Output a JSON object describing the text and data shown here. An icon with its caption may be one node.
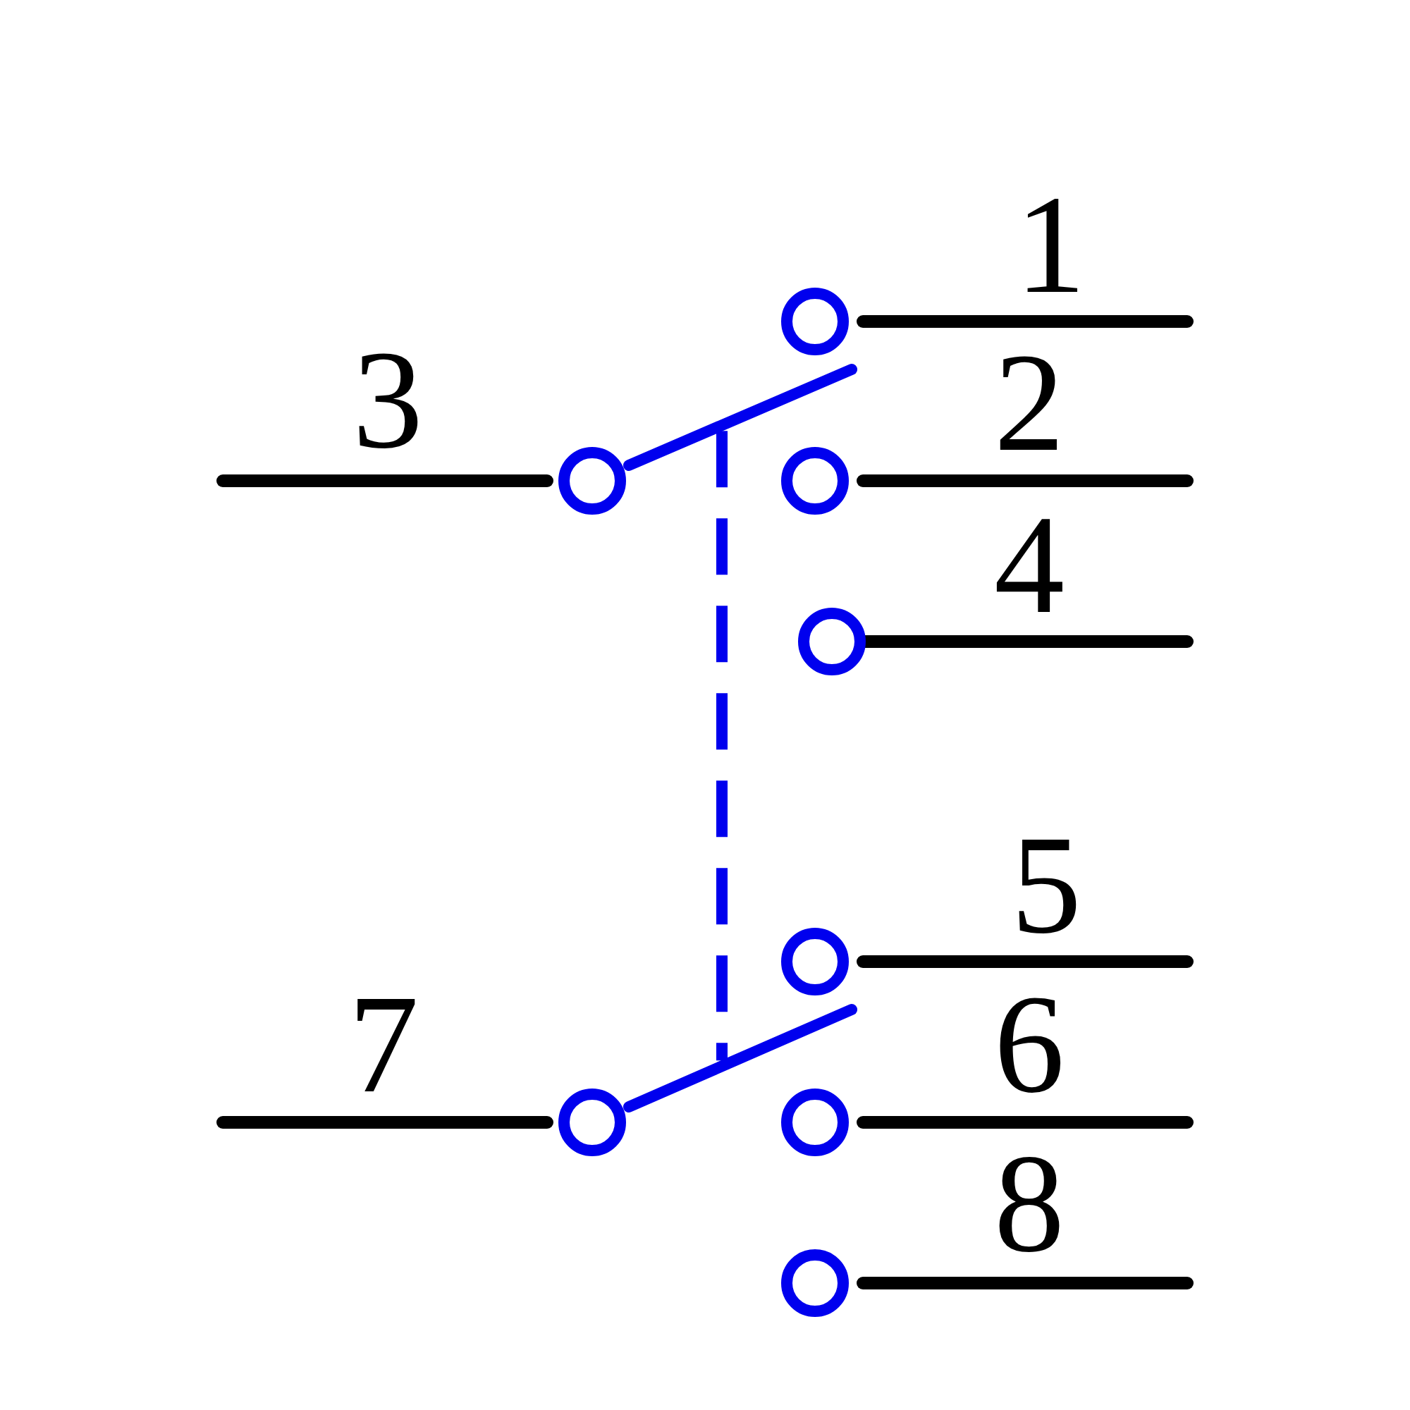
{
  "diagram": {
    "nodes": [
      {
        "text": [],
        "shape": "bar"
      },
      {
        "text": [],
        "shape": "bar"
      }
    ],
    "edges": [
      {
        "from": 0,
        "to": 1,
        "arrow": "none",
        "style": "dashed"
      }
    ],
    "labels": [
      "1",
      "3",
      "2",
      "4",
      "5",
      "7",
      "6",
      "8"
    ]
  }
}
